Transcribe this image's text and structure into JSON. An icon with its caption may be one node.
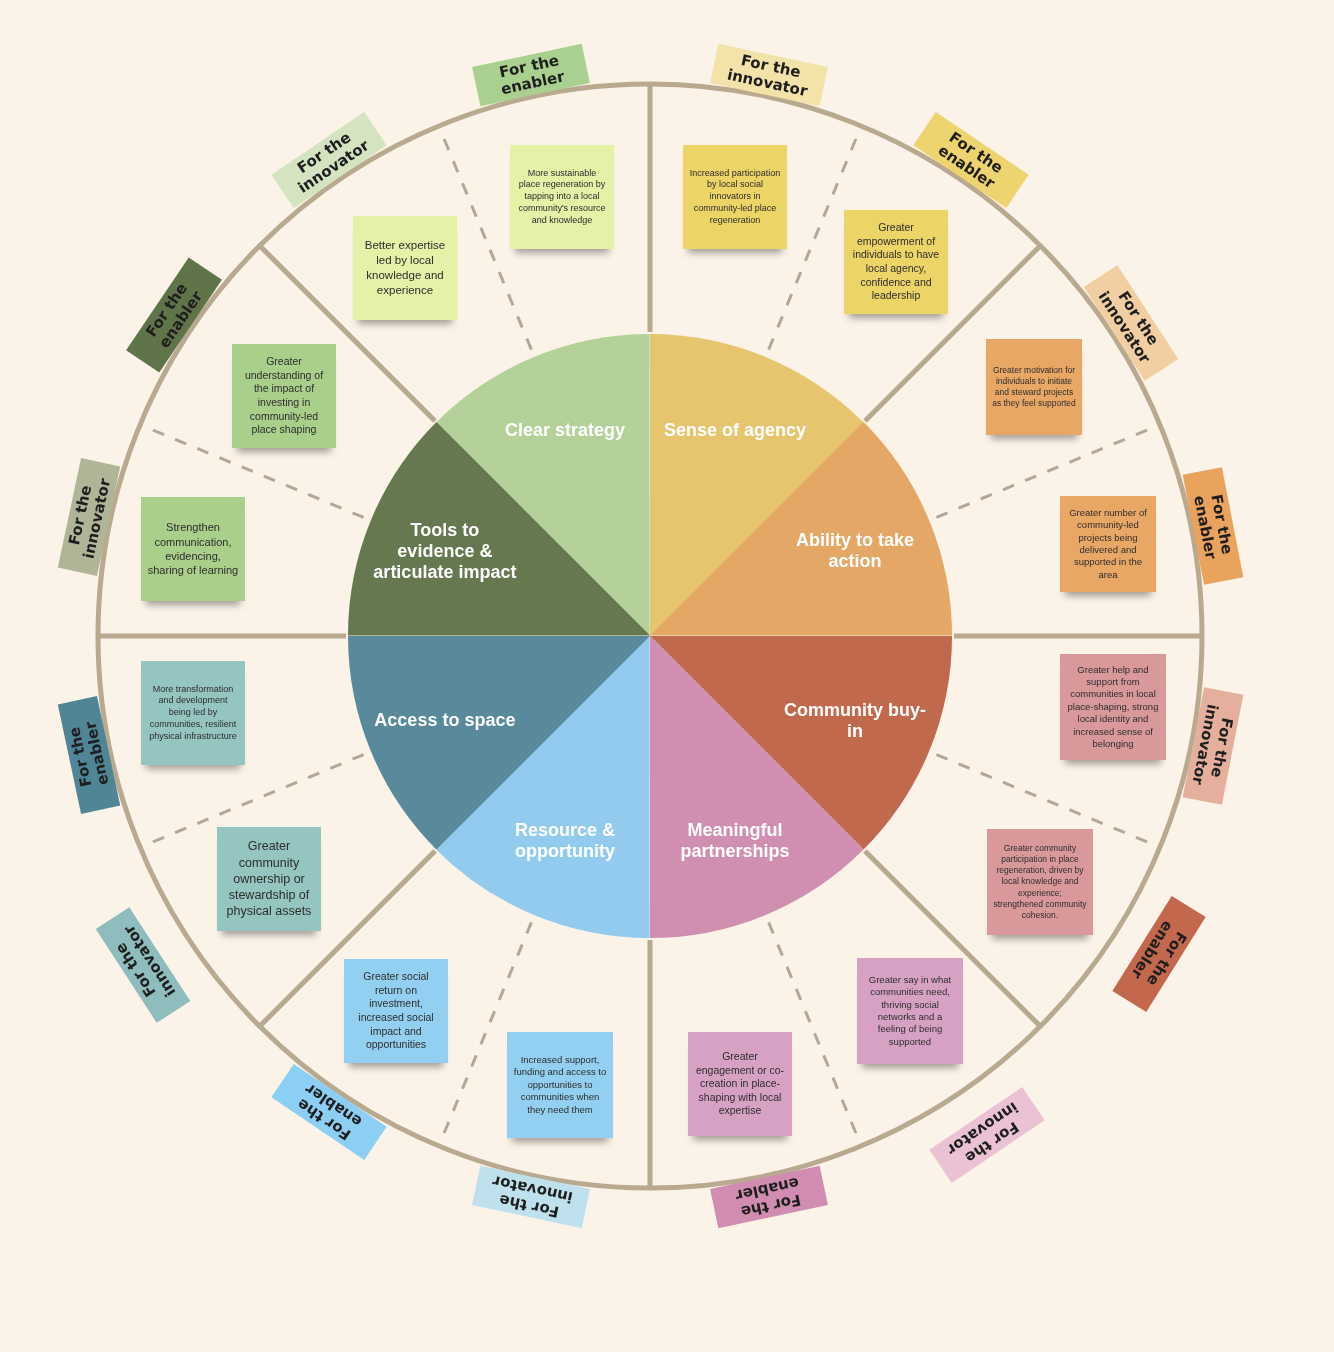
{
  "diagram": {
    "nodes": [
      {
        "text": [
          "Clear strategy"
        ]
      },
      {
        "text": [
          "Better expertise led by local knowledge and experience"
        ]
      },
      {
        "text": [
          "More sustainable place regeneration by tapping into a local community's resource and knowledge"
        ]
      },
      {
        "text": [
          "For the innovator"
        ]
      },
      {
        "text": [
          "For the enabler"
        ]
      },
      {
        "text": [
          "Sense of agency"
        ]
      },
      {
        "text": [
          "Increased participation by local social innovators in community-led place regeneration"
        ]
      },
      {
        "text": [
          "Greater empowerment of individuals to have local agency, confidence and leadership"
        ]
      },
      {
        "text": [
          "For the innovator"
        ]
      },
      {
        "text": [
          "For the enabler"
        ]
      },
      {
        "text": [
          "Ability to take action"
        ]
      },
      {
        "text": [
          "Greater motivation for individuals to initiate and steward projects as they feel supported"
        ]
      },
      {
        "text": [
          "Greater number of community-led projects being delivered and supported in the area"
        ]
      },
      {
        "text": [
          "For the innovator"
        ]
      },
      {
        "text": [
          "For the enabler"
        ]
      },
      {
        "text": [
          "Community buy-in"
        ]
      },
      {
        "text": [
          "Greater help and support from communities in local place-shaping, strong local identity and increased sense of belonging"
        ]
      },
      {
        "text": [
          "Greater community participation in place regeneration, driven by local knowledge and experience; strengthened community cohesion."
        ]
      },
      {
        "text": [
          "For the innovator"
        ]
      },
      {
        "text": [
          "For the enabler"
        ]
      },
      {
        "text": [
          "Meaningful partnerships"
        ]
      },
      {
        "text": [
          "Greater say in what communities need, thriving social networks and a feeling of being supported"
        ]
      },
      {
        "text": [
          "Greater engagement or co-creation in place-shaping with local expertise"
        ]
      },
      {
        "text": [
          "For the innovator"
        ]
      },
      {
        "text": [
          "For the enabler"
        ]
      },
      {
        "text": [
          "Resource & opportunity"
        ]
      },
      {
        "text": [
          "Increased support, funding and access to opportunities to communities when they need them"
        ]
      },
      {
        "text": [
          "Greater social return on investment, increased social impact and opportunities"
        ]
      },
      {
        "text": [
          "For the innovator"
        ]
      },
      {
        "text": [
          "For the enabler"
        ]
      },
      {
        "text": [
          "Access to space"
        ]
      },
      {
        "text": [
          "Greater community ownership or stewardship of physical assets"
        ]
      },
      {
        "text": [
          "More transformation and development being led by communities, resilient physical infrastructure"
        ]
      },
      {
        "text": [
          "For the innovator"
        ]
      },
      {
        "text": [
          "For the enabler"
        ]
      },
      {
        "text": [
          "Tools to evidence & articulate impact"
        ]
      },
      {
        "text": [
          "Strengthen communication, evidencing, sharing of learning"
        ]
      },
      {
        "text": [
          "Greater understanding of the impact of investing in community-led place shaping"
        ]
      },
      {
        "text": [
          "For the innovator"
        ]
      },
      {
        "text": [
          "For the enabler"
        ]
      }
    ]
  }
}
